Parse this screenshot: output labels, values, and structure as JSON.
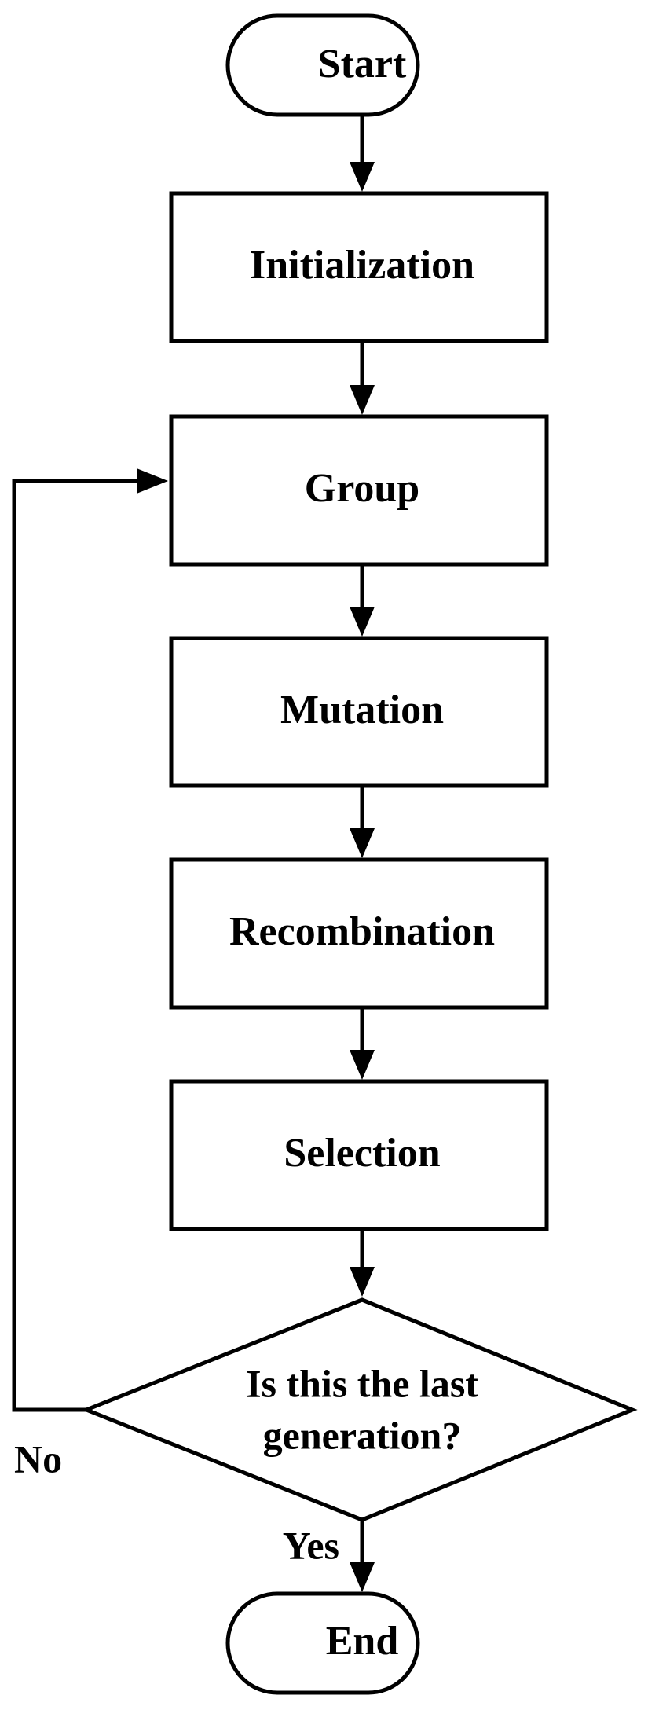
{
  "nodes": {
    "start": "Start",
    "initialization": "Initialization",
    "group": "Group",
    "mutation": "Mutation",
    "recombination": "Recombination",
    "selection": "Selection",
    "decision_line1": "Is this the last",
    "decision_line2": "generation?",
    "end": "End"
  },
  "edges": {
    "no_label": "No",
    "yes_label": "Yes"
  }
}
